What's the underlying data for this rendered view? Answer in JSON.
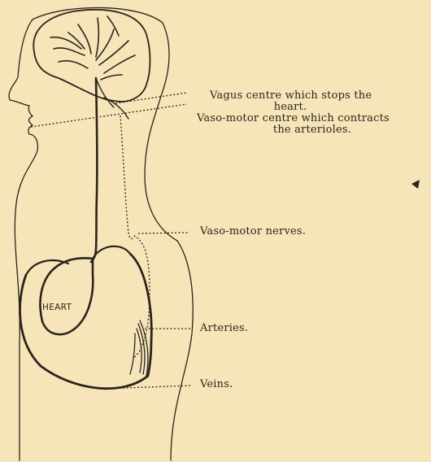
{
  "labels": {
    "vagus_line1": "Vagus centre which stops the",
    "vagus_line2": "heart.",
    "vasomotor_centre_line1": "Vaso-motor centre which contracts",
    "vasomotor_centre_line2": "the arterioles.",
    "vasomotor_nerves": "Vaso-motor nerves.",
    "arteries": "Arteries.",
    "veins": "Veins.",
    "heart": "HEART"
  },
  "colors": {
    "paper": "#f6e5b9",
    "ink": "#2a241c"
  }
}
